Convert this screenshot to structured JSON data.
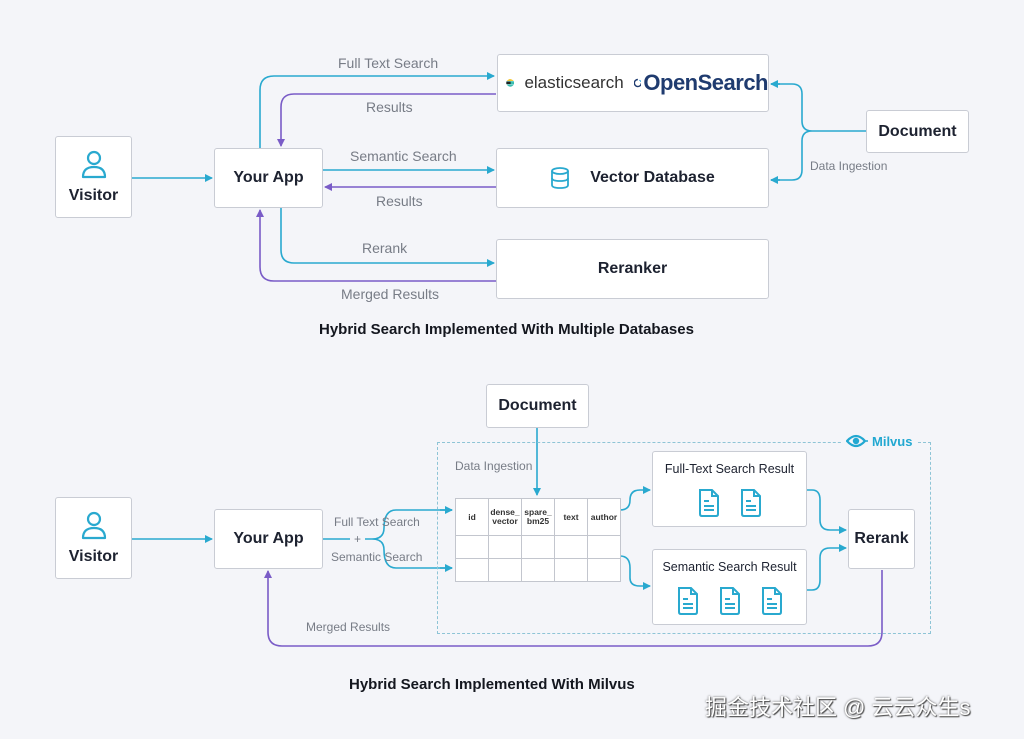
{
  "diagram1": {
    "caption": "Hybrid Search Implemented With Multiple Databases",
    "nodes": {
      "visitor": "Visitor",
      "app": "Your App",
      "fulltext_engines": [
        "elasticsearch",
        "OpenSearch"
      ],
      "vector_db": "Vector Database",
      "reranker": "Reranker",
      "document": "Document"
    },
    "edges": {
      "full_text_search": "Full Text Search",
      "results_1": "Results",
      "semantic_search": "Semantic Search",
      "results_2": "Results",
      "rerank": "Rerank",
      "merged_results": "Merged Results",
      "data_ingestion": "Data Ingestion"
    }
  },
  "diagram2": {
    "caption": "Hybrid Search Implemented With Milvus",
    "brand": "Milvus",
    "nodes": {
      "visitor": "Visitor",
      "app": "Your App",
      "document": "Document",
      "fulltext_result": "Full-Text Search Result",
      "semantic_result": "Semantic Search Result",
      "rerank": "Rerank"
    },
    "schema_columns": [
      "id",
      "dense_ vector",
      "spare_ bm25",
      "text",
      "author"
    ],
    "fulltext_result_docs": 2,
    "semantic_result_docs": 3,
    "edges": {
      "full_text_search": "Full Text Search",
      "plus": "+",
      "semantic_search": "Semantic Search",
      "data_ingestion": "Data Ingestion",
      "merged_results": "Merged Results"
    }
  },
  "colors": {
    "request": "#29a9cf",
    "response": "#7a5cc7"
  },
  "watermark": "掘金技术社区 @ 云云众生s"
}
